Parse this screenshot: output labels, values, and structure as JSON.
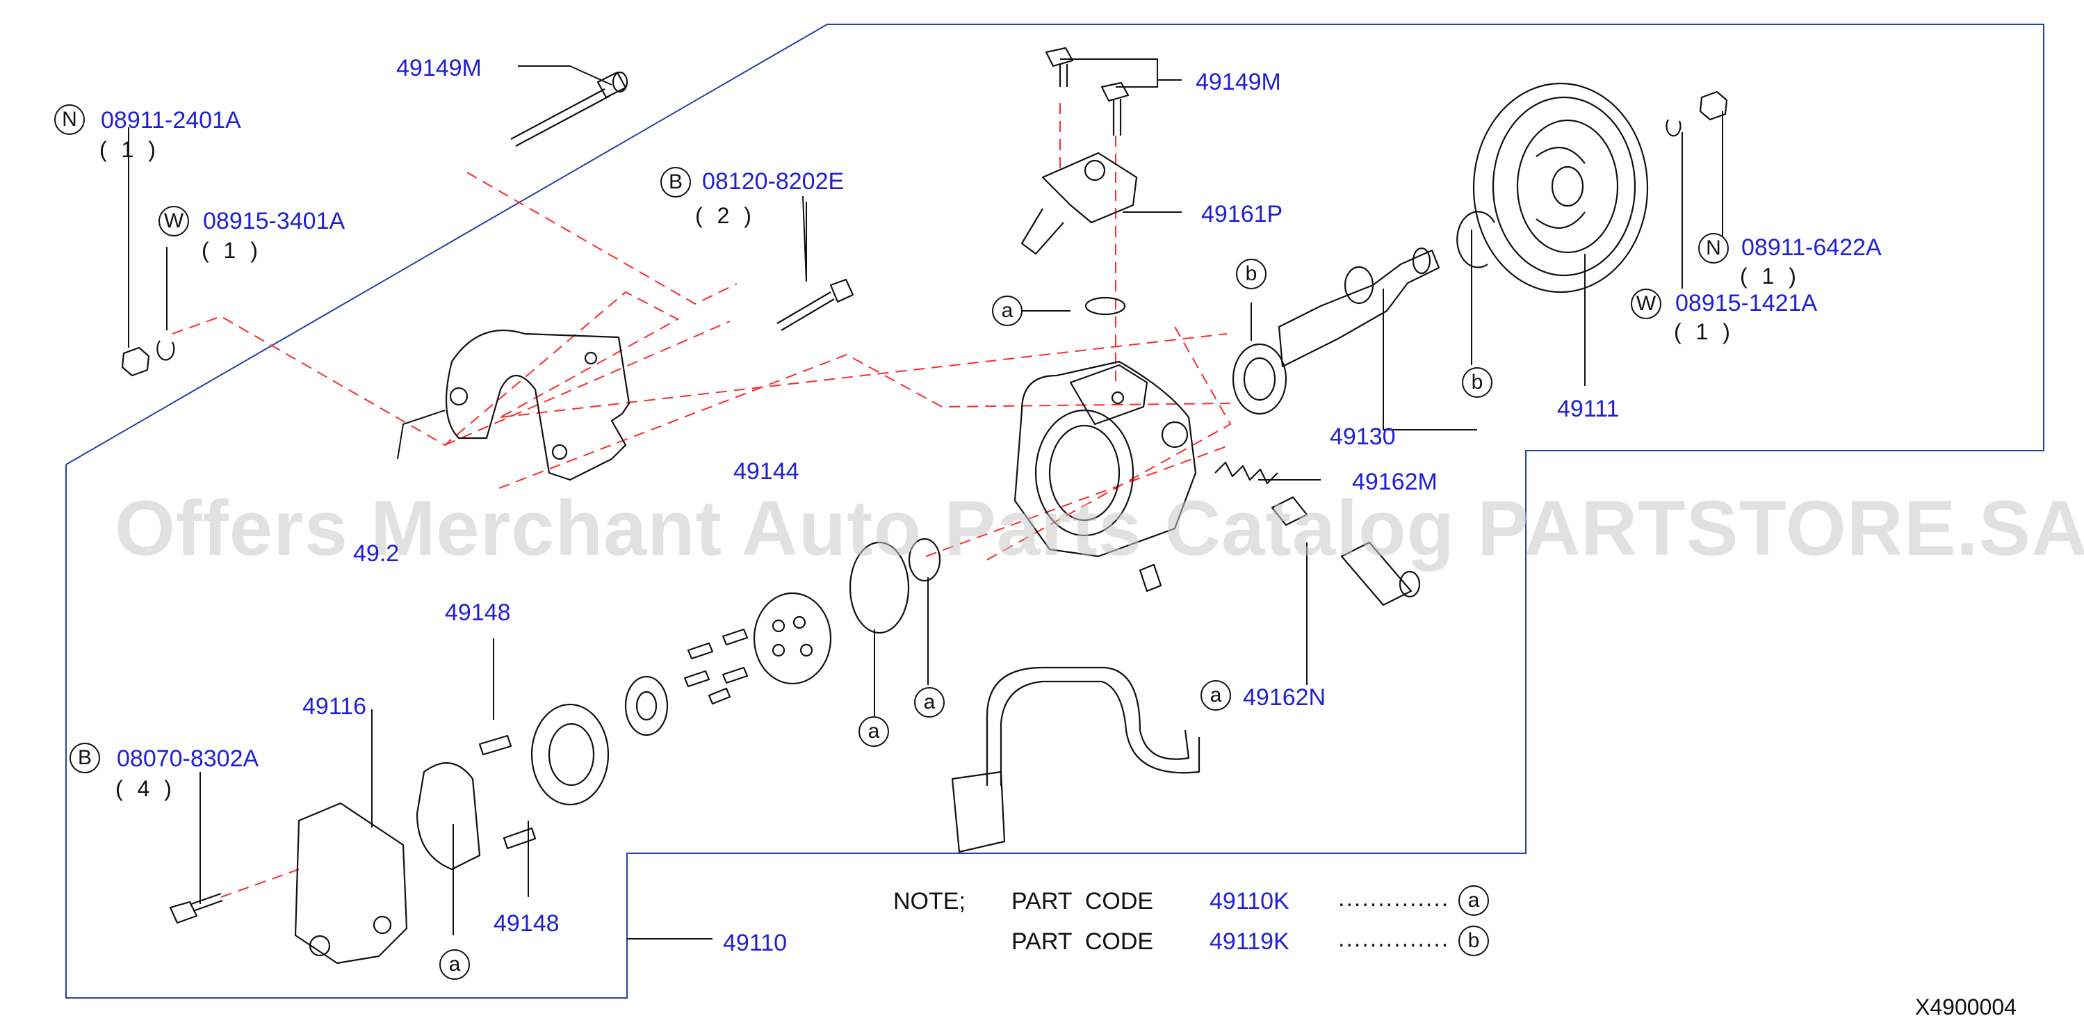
{
  "colors": {
    "leader": "#1f1fd6",
    "dash": "#ff2a2a",
    "line": "#111111",
    "text_blue": "#1f1fd6"
  },
  "watermark": "Offers Merchant Auto Parts Catalog PARTSTORE.SA",
  "diagram_id": "X4900004",
  "callouts": {
    "bolt_top_left": "49149M",
    "nut_top_left_prefix": "N",
    "nut_top_left": "08911-2401A",
    "nut_top_left_qty": "( 1 )",
    "washer_top_left_prefix": "W",
    "washer_top_left": "08915-3401A",
    "washer_top_left_qty": "( 1 )",
    "bolt_bracket_prefix": "B",
    "bolt_bracket": "08120-8202E",
    "bolt_bracket_qty": "( 2 )",
    "bolts_top_center": "49149M",
    "connector": "49161P",
    "bracket": "49.2",
    "seal_ring_b": "b",
    "shaft": "49130",
    "snap_ring_b": "b",
    "pulley": "49111",
    "nut_right_prefix": "N",
    "nut_right": "08911-6422A",
    "nut_right_qty": "( 1 )",
    "washer_right_prefix": "W",
    "washer_right": "08915-1421A",
    "washer_right_qty": "( 1 )",
    "spring": "49162M",
    "valve_a": "a",
    "valve": "49162N",
    "oring_top_a": "a",
    "plate": "49144",
    "gasket_a": "a",
    "oring_a": "a",
    "pin_top": "49148",
    "pin_bottom": "49148",
    "cover": "49116",
    "bolt_cover_prefix": "B",
    "bolt_cover": "08070-8302A",
    "bolt_cover_qty": "( 4 )",
    "cover_gasket_a": "a",
    "assembly": "49110"
  },
  "note": {
    "label": "NOTE;",
    "rows": [
      {
        "text": "PART  CODE",
        "code": "49110K",
        "dots": "..............",
        "mark": "a"
      },
      {
        "text": "PART  CODE",
        "code": "49119K",
        "dots": "..............",
        "mark": "b"
      }
    ]
  }
}
